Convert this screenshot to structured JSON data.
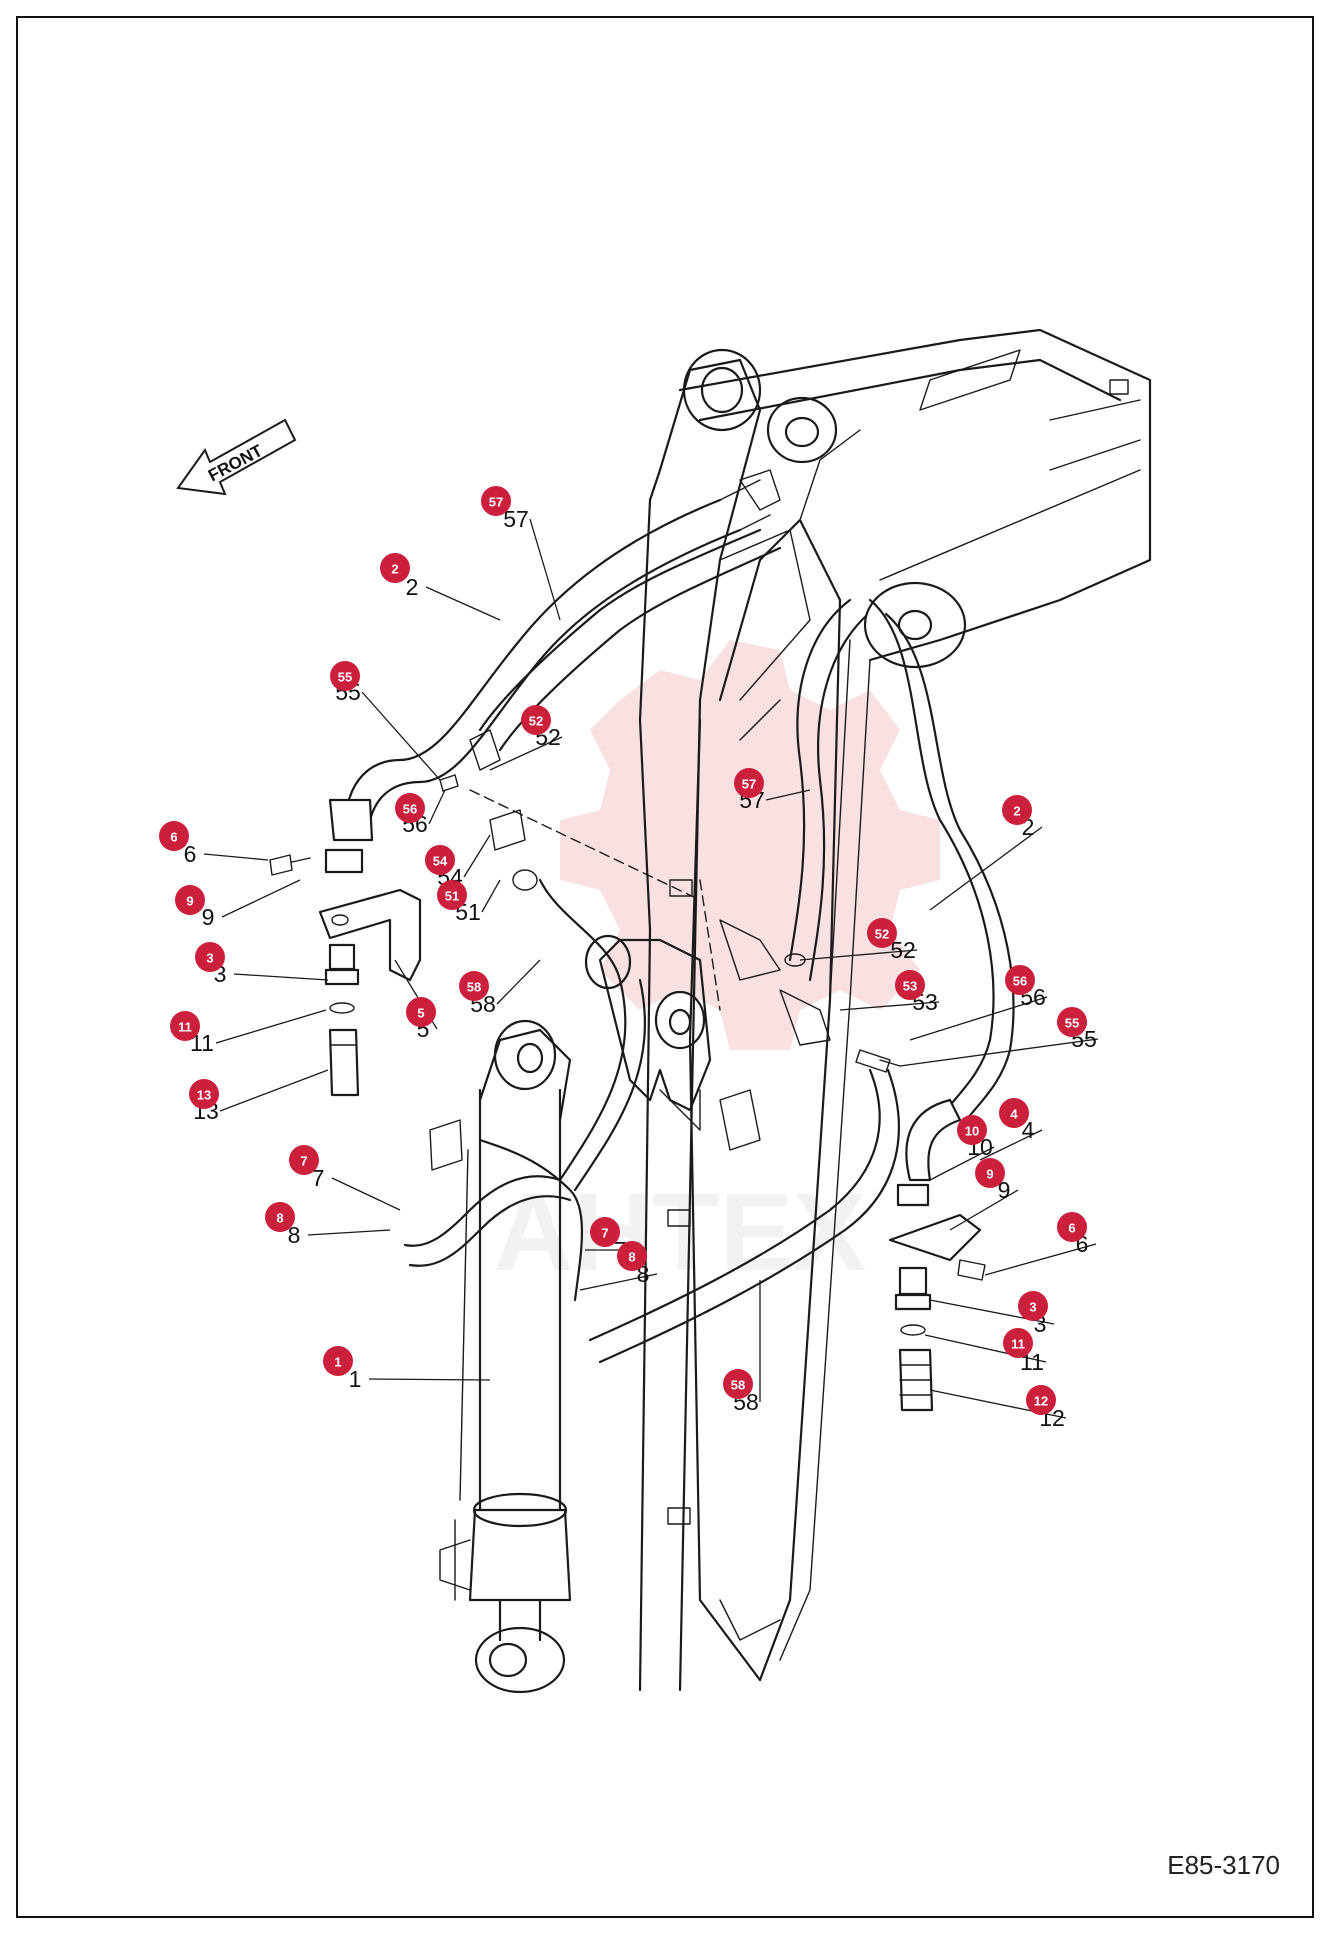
{
  "drawing_code": "E85-3170",
  "front_label": "FRONT",
  "watermark_text": "AHTEX",
  "colors": {
    "badge": "#cc1f3c",
    "watermark": "#f4c9c9",
    "line": "#1a1a1a"
  },
  "callouts": [
    {
      "n": "57"
    },
    {
      "n": "2"
    },
    {
      "n": "55"
    },
    {
      "n": "52"
    },
    {
      "n": "56"
    },
    {
      "n": "54"
    },
    {
      "n": "51"
    },
    {
      "n": "6"
    },
    {
      "n": "9"
    },
    {
      "n": "3"
    },
    {
      "n": "5"
    },
    {
      "n": "58"
    },
    {
      "n": "11"
    },
    {
      "n": "13"
    },
    {
      "n": "7"
    },
    {
      "n": "8"
    },
    {
      "n": "7"
    },
    {
      "n": "8"
    },
    {
      "n": "1"
    },
    {
      "n": "57"
    },
    {
      "n": "2"
    },
    {
      "n": "52"
    },
    {
      "n": "53"
    },
    {
      "n": "56"
    },
    {
      "n": "55"
    },
    {
      "n": "4"
    },
    {
      "n": "10"
    },
    {
      "n": "9"
    },
    {
      "n": "6"
    },
    {
      "n": "3"
    },
    {
      "n": "11"
    },
    {
      "n": "12"
    },
    {
      "n": "58"
    }
  ]
}
